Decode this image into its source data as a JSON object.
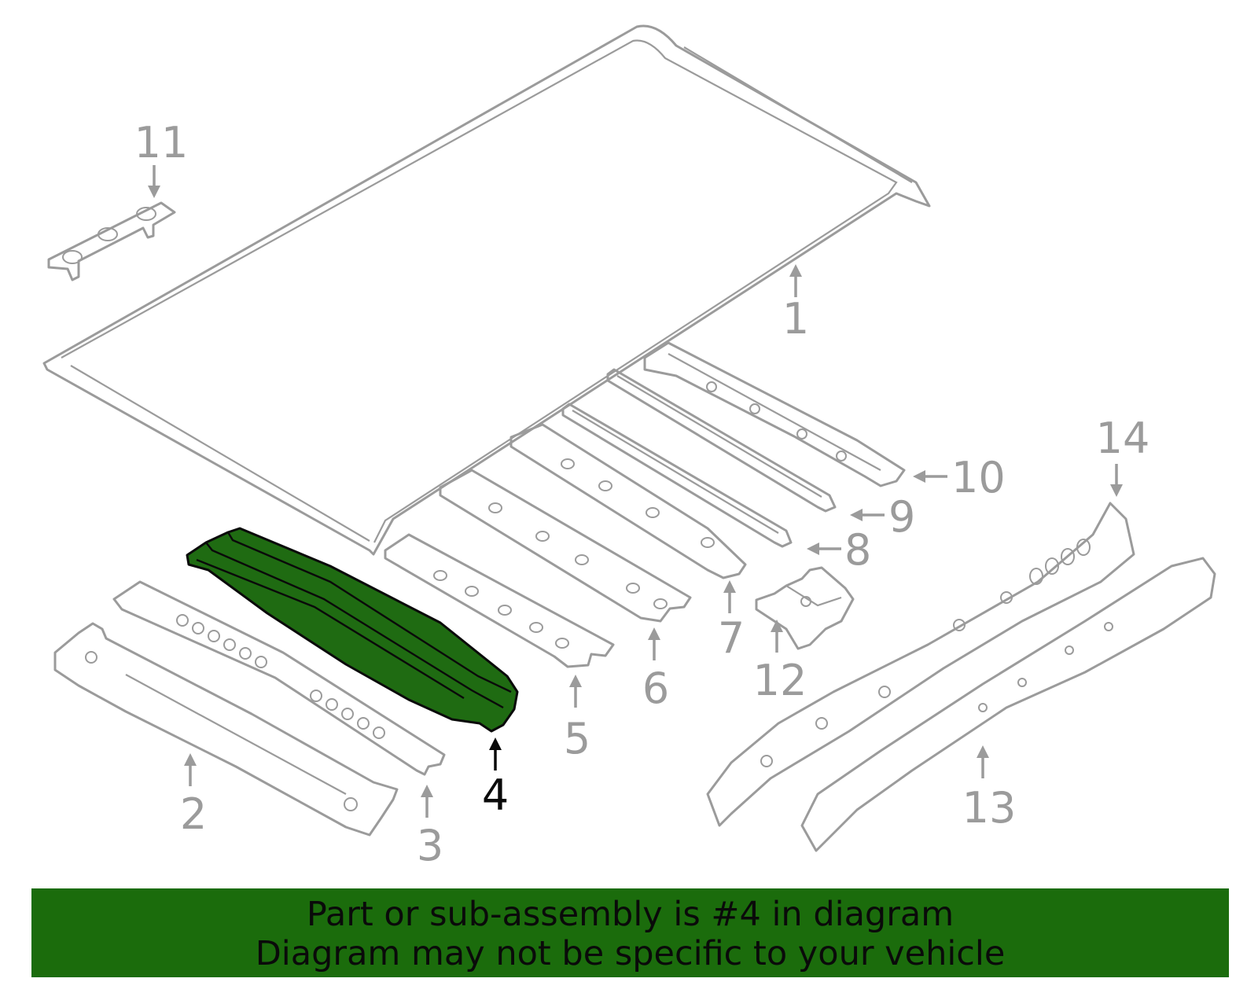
{
  "diagram": {
    "highlighted_part": "4",
    "callouts": [
      "1",
      "2",
      "3",
      "4",
      "5",
      "6",
      "7",
      "8",
      "9",
      "10",
      "11",
      "12",
      "13",
      "14"
    ],
    "colors": {
      "outline": "#9b9b9b",
      "highlight_fill": "#1f6b12",
      "highlight_stroke": "#0a0a0a",
      "banner_bg": "#1b6c0c"
    }
  },
  "banner": {
    "line1": "Part or sub-assembly is #4 in diagram",
    "line2": "Diagram may not be specific to your vehicle"
  }
}
